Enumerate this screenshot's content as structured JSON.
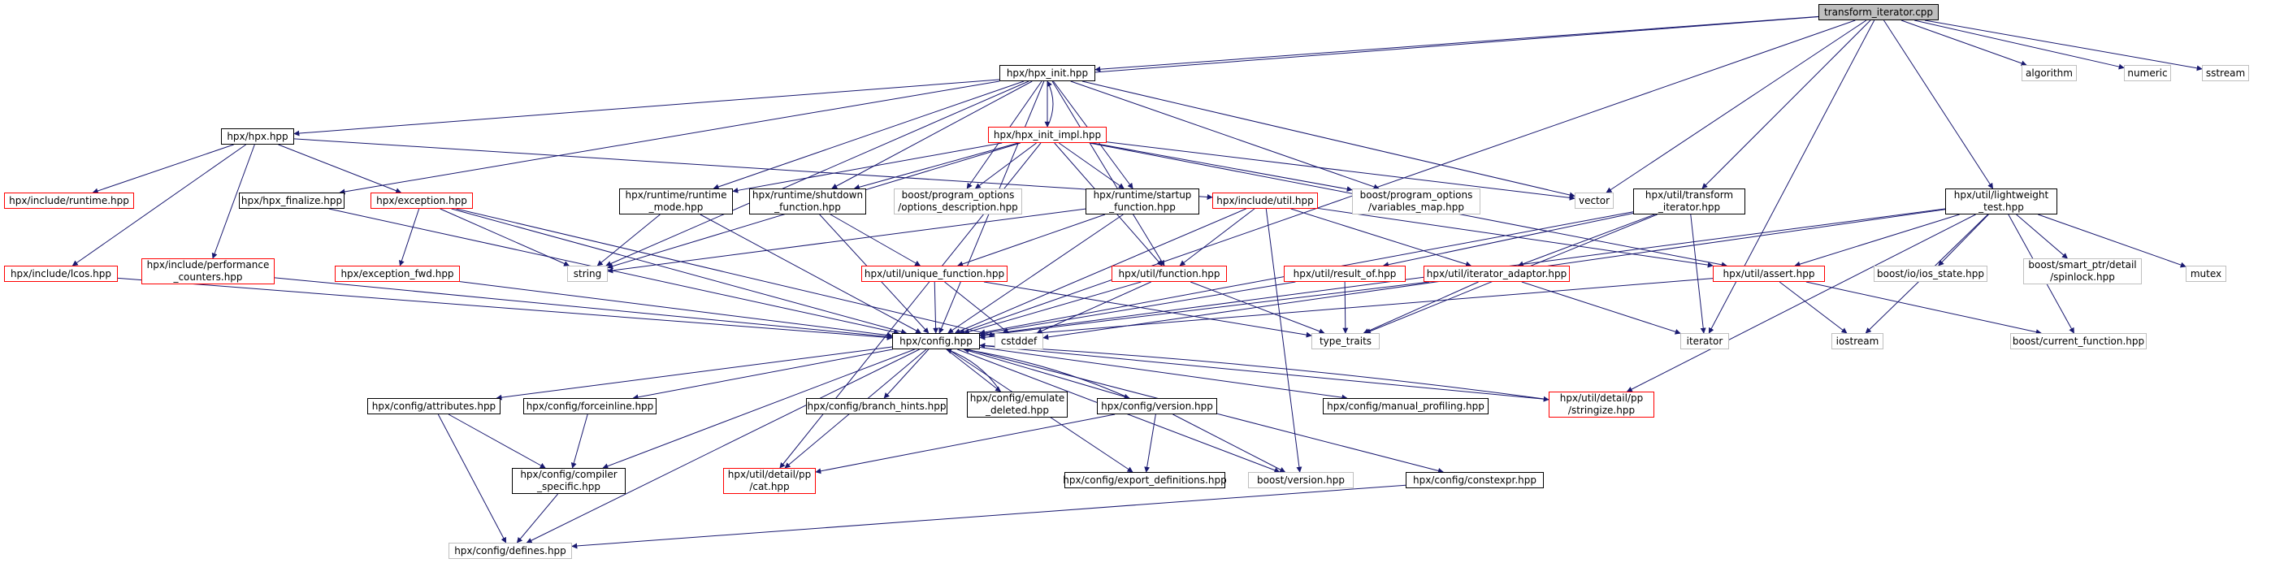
{
  "nodes": [
    {
      "id": "root",
      "label": "transform_iterator.cpp",
      "style": "root"
    },
    {
      "id": "hpx_init",
      "label": "hpx/hpx_init.hpp",
      "style": "normal"
    },
    {
      "id": "algorithm",
      "label": "algorithm",
      "style": "grey"
    },
    {
      "id": "numeric",
      "label": "numeric",
      "style": "grey"
    },
    {
      "id": "sstream",
      "label": "sstream",
      "style": "grey"
    },
    {
      "id": "hpx_hpp",
      "label": "hpx/hpx.hpp",
      "style": "normal"
    },
    {
      "id": "hpx_init_impl",
      "label": "hpx/hpx_init_impl.hpp",
      "style": "red"
    },
    {
      "id": "inc_runtime",
      "label": "hpx/include/runtime.hpp",
      "style": "red"
    },
    {
      "id": "hpx_finalize",
      "label": "hpx/hpx_finalize.hpp",
      "style": "normal"
    },
    {
      "id": "exception",
      "label": "hpx/exception.hpp",
      "style": "red"
    },
    {
      "id": "rt_mode",
      "label": "hpx/runtime/runtime\n_mode.hpp",
      "style": "normal"
    },
    {
      "id": "rt_shutdown",
      "label": "hpx/runtime/shutdown\n_function.hpp",
      "style": "normal"
    },
    {
      "id": "po_options",
      "label": "boost/program_options\n/options_description.hpp",
      "style": "grey"
    },
    {
      "id": "rt_startup",
      "label": "hpx/runtime/startup\n_function.hpp",
      "style": "normal"
    },
    {
      "id": "inc_util",
      "label": "hpx/include/util.hpp",
      "style": "red"
    },
    {
      "id": "po_vars",
      "label": "boost/program_options\n/variables_map.hpp",
      "style": "grey"
    },
    {
      "id": "vector",
      "label": "vector",
      "style": "grey"
    },
    {
      "id": "util_transform",
      "label": "hpx/util/transform\n_iterator.hpp",
      "style": "normal"
    },
    {
      "id": "util_lw",
      "label": "hpx/util/lightweight\n_test.hpp",
      "style": "normal"
    },
    {
      "id": "inc_lcos",
      "label": "hpx/include/lcos.hpp",
      "style": "red"
    },
    {
      "id": "inc_perf",
      "label": "hpx/include/performance\n_counters.hpp",
      "style": "red"
    },
    {
      "id": "exc_fwd",
      "label": "hpx/exception_fwd.hpp",
      "style": "red"
    },
    {
      "id": "string",
      "label": "string",
      "style": "grey"
    },
    {
      "id": "unique_fn",
      "label": "hpx/util/unique_function.hpp",
      "style": "red"
    },
    {
      "id": "util_fn",
      "label": "hpx/util/function.hpp",
      "style": "red"
    },
    {
      "id": "result_of",
      "label": "hpx/util/result_of.hpp",
      "style": "red"
    },
    {
      "id": "iter_adaptor",
      "label": "hpx/util/iterator_adaptor.hpp",
      "style": "red"
    },
    {
      "id": "util_assert",
      "label": "hpx/util/assert.hpp",
      "style": "red"
    },
    {
      "id": "ios_state",
      "label": "boost/io/ios_state.hpp",
      "style": "grey"
    },
    {
      "id": "spinlock",
      "label": "boost/smart_ptr/detail\n/spinlock.hpp",
      "style": "grey"
    },
    {
      "id": "mutex",
      "label": "mutex",
      "style": "grey"
    },
    {
      "id": "config",
      "label": "hpx/config.hpp",
      "style": "normal"
    },
    {
      "id": "cstddef",
      "label": "cstddef",
      "style": "grey"
    },
    {
      "id": "type_traits",
      "label": "type_traits",
      "style": "grey"
    },
    {
      "id": "iterator",
      "label": "iterator",
      "style": "grey"
    },
    {
      "id": "iostream",
      "label": "iostream",
      "style": "grey"
    },
    {
      "id": "cur_function",
      "label": "boost/current_function.hpp",
      "style": "grey"
    },
    {
      "id": "cfg_attrs",
      "label": "hpx/config/attributes.hpp",
      "style": "normal"
    },
    {
      "id": "cfg_forceinline",
      "label": "hpx/config/forceinline.hpp",
      "style": "normal"
    },
    {
      "id": "cfg_branch",
      "label": "hpx/config/branch_hints.hpp",
      "style": "normal"
    },
    {
      "id": "cfg_emulate",
      "label": "hpx/config/emulate\n_deleted.hpp",
      "style": "normal"
    },
    {
      "id": "cfg_version",
      "label": "hpx/config/version.hpp",
      "style": "normal"
    },
    {
      "id": "cfg_manual",
      "label": "hpx/config/manual_profiling.hpp",
      "style": "normal"
    },
    {
      "id": "stringize",
      "label": "hpx/util/detail/pp\n/stringize.hpp",
      "style": "red"
    },
    {
      "id": "cfg_compiler",
      "label": "hpx/config/compiler\n_specific.hpp",
      "style": "normal"
    },
    {
      "id": "pp_cat",
      "label": "hpx/util/detail/pp\n/cat.hpp",
      "style": "red"
    },
    {
      "id": "cfg_export",
      "label": "hpx/config/export_definitions.hpp",
      "style": "normal"
    },
    {
      "id": "boost_version",
      "label": "boost/version.hpp",
      "style": "grey"
    },
    {
      "id": "cfg_constexpr",
      "label": "hpx/config/constexpr.hpp",
      "style": "normal"
    },
    {
      "id": "cfg_defines",
      "label": "hpx/config/defines.hpp",
      "style": "grey"
    }
  ],
  "edges": [
    [
      "root",
      "hpx_init"
    ],
    [
      "root",
      "algorithm"
    ],
    [
      "root",
      "numeric"
    ],
    [
      "root",
      "sstream"
    ],
    [
      "root",
      "hpx_hpp"
    ],
    [
      "root",
      "vector"
    ],
    [
      "root",
      "util_transform"
    ],
    [
      "root",
      "util_lw"
    ],
    [
      "root",
      "config"
    ],
    [
      "root",
      "iterator"
    ],
    [
      "hpx_init",
      "hpx_init_impl"
    ],
    [
      "hpx_init",
      "hpx_finalize"
    ],
    [
      "hpx_init",
      "rt_mode"
    ],
    [
      "hpx_init",
      "rt_shutdown"
    ],
    [
      "hpx_init",
      "po_options"
    ],
    [
      "hpx_init",
      "rt_startup"
    ],
    [
      "hpx_init",
      "po_vars"
    ],
    [
      "hpx_init",
      "vector"
    ],
    [
      "hpx_init",
      "string"
    ],
    [
      "hpx_init",
      "config"
    ],
    [
      "hpx_init",
      "util_fn"
    ],
    [
      "hpx_init_impl",
      "hpx_init"
    ],
    [
      "hpx_init_impl",
      "rt_mode"
    ],
    [
      "hpx_init_impl",
      "rt_shutdown"
    ],
    [
      "hpx_init_impl",
      "po_options"
    ],
    [
      "hpx_init_impl",
      "rt_startup"
    ],
    [
      "hpx_init_impl",
      "po_vars"
    ],
    [
      "hpx_init_impl",
      "vector"
    ],
    [
      "hpx_init_impl",
      "util_assert"
    ],
    [
      "hpx_init_impl",
      "util_fn"
    ],
    [
      "hpx_init_impl",
      "string"
    ],
    [
      "hpx_init_impl",
      "pp_cat"
    ],
    [
      "hpx_hpp",
      "inc_runtime"
    ],
    [
      "hpx_hpp",
      "exception"
    ],
    [
      "hpx_hpp",
      "inc_lcos"
    ],
    [
      "hpx_hpp",
      "inc_perf"
    ],
    [
      "hpx_hpp",
      "inc_util"
    ],
    [
      "hpx_finalize",
      "config"
    ],
    [
      "exception",
      "exc_fwd"
    ],
    [
      "exception",
      "string"
    ],
    [
      "exception",
      "config"
    ],
    [
      "exception",
      "cstddef"
    ],
    [
      "exc_fwd",
      "config"
    ],
    [
      "inc_lcos",
      "config"
    ],
    [
      "inc_perf",
      "config"
    ],
    [
      "rt_mode",
      "string"
    ],
    [
      "rt_mode",
      "config"
    ],
    [
      "rt_shutdown",
      "unique_fn"
    ],
    [
      "rt_shutdown",
      "config"
    ],
    [
      "rt_startup",
      "unique_fn"
    ],
    [
      "rt_startup",
      "string"
    ],
    [
      "rt_startup",
      "config"
    ],
    [
      "inc_util",
      "util_fn"
    ],
    [
      "inc_util",
      "iter_adaptor"
    ],
    [
      "inc_util",
      "util_assert"
    ],
    [
      "inc_util",
      "config"
    ],
    [
      "inc_util",
      "boost_version"
    ],
    [
      "unique_fn",
      "config"
    ],
    [
      "unique_fn",
      "cstddef"
    ],
    [
      "unique_fn",
      "type_traits"
    ],
    [
      "util_fn",
      "config"
    ],
    [
      "util_fn",
      "cstddef"
    ],
    [
      "util_fn",
      "type_traits"
    ],
    [
      "result_of",
      "config"
    ],
    [
      "result_of",
      "type_traits"
    ],
    [
      "iter_adaptor",
      "config"
    ],
    [
      "iter_adaptor",
      "type_traits"
    ],
    [
      "iter_adaptor",
      "iterator"
    ],
    [
      "util_transform",
      "result_of"
    ],
    [
      "util_transform",
      "iter_adaptor"
    ],
    [
      "util_transform",
      "iterator"
    ],
    [
      "util_transform",
      "type_traits"
    ],
    [
      "util_transform",
      "config"
    ],
    [
      "util_lw",
      "util_assert"
    ],
    [
      "util_lw",
      "ios_state"
    ],
    [
      "util_lw",
      "spinlock"
    ],
    [
      "util_lw",
      "mutex"
    ],
    [
      "util_lw",
      "iostream"
    ],
    [
      "util_lw",
      "cstddef"
    ],
    [
      "util_lw",
      "config"
    ],
    [
      "util_lw",
      "cur_function"
    ],
    [
      "util_lw",
      "stringize"
    ],
    [
      "util_assert",
      "config"
    ],
    [
      "util_assert",
      "iostream"
    ],
    [
      "util_assert",
      "cur_function"
    ],
    [
      "config",
      "cfg_attrs"
    ],
    [
      "config",
      "cfg_forceinline"
    ],
    [
      "config",
      "cfg_branch"
    ],
    [
      "config",
      "cfg_emulate"
    ],
    [
      "config",
      "cfg_version"
    ],
    [
      "config",
      "cfg_manual"
    ],
    [
      "config",
      "stringize"
    ],
    [
      "config",
      "cfg_compiler"
    ],
    [
      "config",
      "pp_cat"
    ],
    [
      "config",
      "cfg_export"
    ],
    [
      "config",
      "boost_version"
    ],
    [
      "config",
      "cfg_constexpr"
    ],
    [
      "config",
      "cfg_defines"
    ],
    [
      "cfg_emulate",
      "config"
    ],
    [
      "cfg_version",
      "config"
    ],
    [
      "stringize",
      "config"
    ],
    [
      "cfg_attrs",
      "cfg_defines"
    ],
    [
      "cfg_attrs",
      "cfg_compiler"
    ],
    [
      "cfg_forceinline",
      "cfg_compiler"
    ],
    [
      "cfg_compiler",
      "cfg_defines"
    ],
    [
      "cfg_version",
      "pp_cat"
    ],
    [
      "cfg_version",
      "cfg_export"
    ],
    [
      "cfg_version",
      "boost_version"
    ],
    [
      "cfg_constexpr",
      "cfg_defines"
    ]
  ],
  "colors": {
    "edge": "#191970",
    "node_border": "#000000",
    "red_border": "#ff0000",
    "grey_border": "#bfbfbf",
    "root_fill": "#bfbfbf"
  }
}
